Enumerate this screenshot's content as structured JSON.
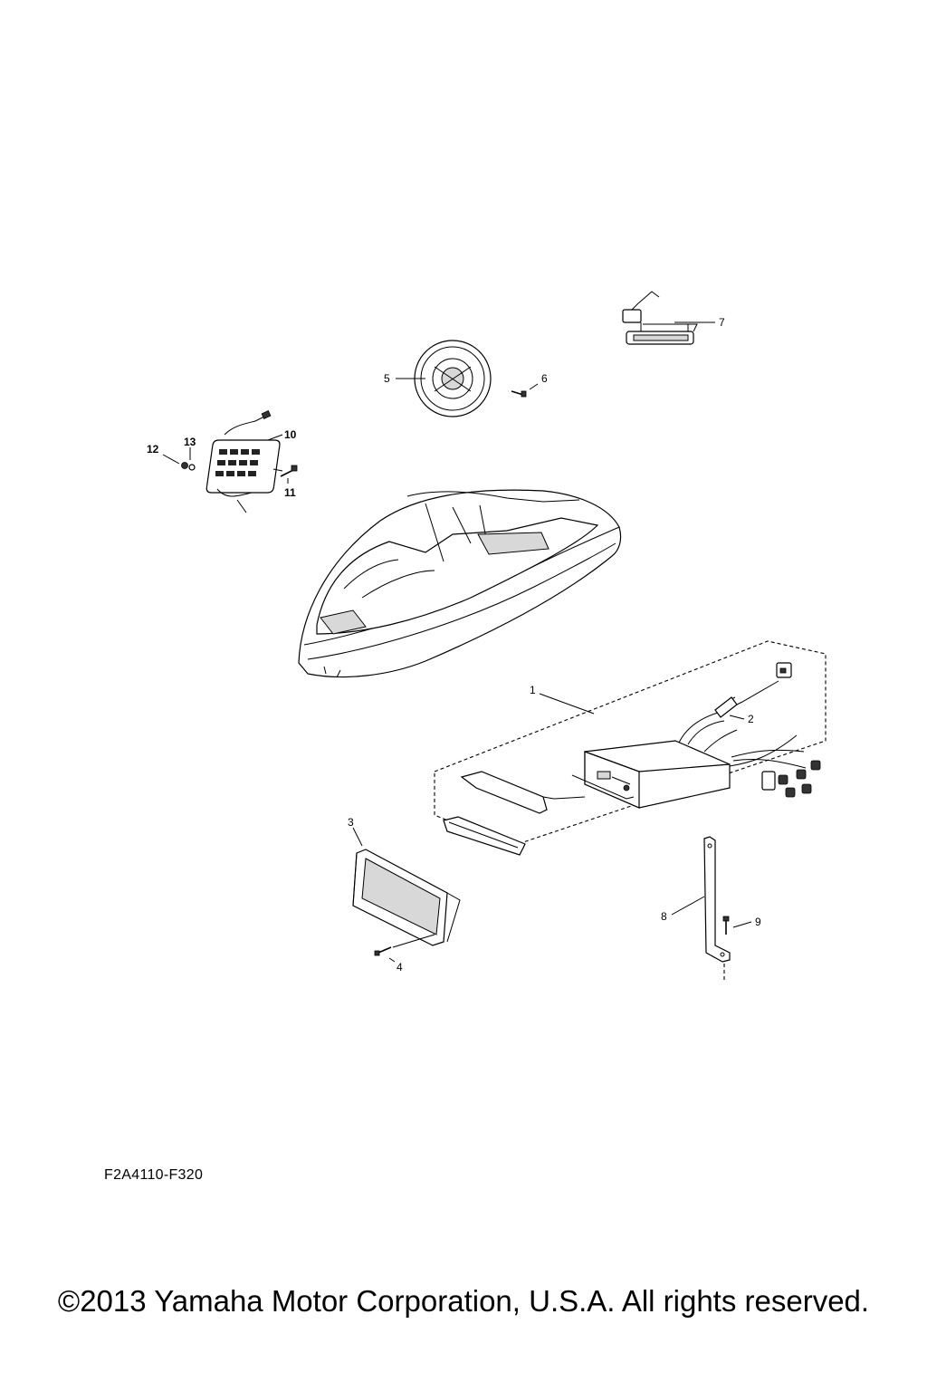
{
  "diagram": {
    "callouts": {
      "c1": "1",
      "c2": "2",
      "c3": "3",
      "c4": "4",
      "c5": "5",
      "c6": "6",
      "c7": "7",
      "c8": "8",
      "c9": "9",
      "c10": "10",
      "c11": "11",
      "c12": "12",
      "c13": "13"
    },
    "code": "F2A4110-F320"
  },
  "footer": {
    "copyright": "©2013 Yamaha Motor Corporation, U.S.A. All rights reserved."
  }
}
